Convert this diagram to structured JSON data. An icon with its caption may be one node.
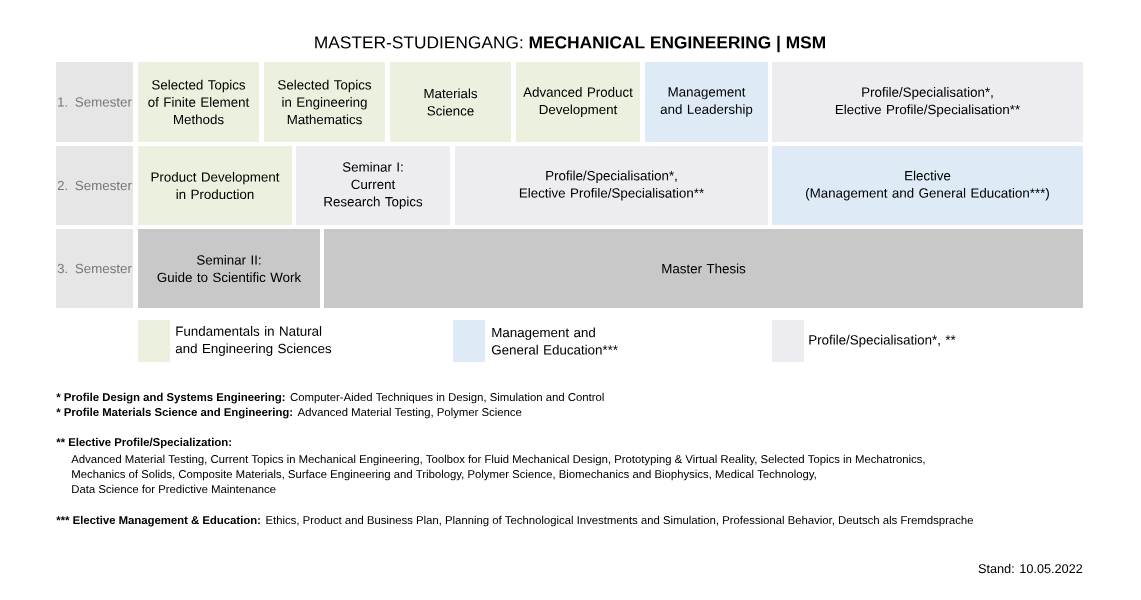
{
  "diagram": {
    "title": "MASTER-STUDIENGANG: **MECHANICAL ENGINEERING | MSM**",
    "nodes": [
      {
        "text": [
          "1. Semester"
        ]
      },
      {
        "text": [
          "Selected Topics of Finite Element Methods"
        ]
      },
      {
        "text": [
          "Selected Topics in Engineering Mathematics"
        ]
      },
      {
        "text": [
          "Materials Science"
        ]
      },
      {
        "text": [
          "Advanced Product Development"
        ]
      },
      {
        "text": [
          "Management and Leadership"
        ]
      },
      {
        "text": [
          "Profile/Specialisation*,",
          "Elective Profile/Specialisation**"
        ]
      },
      {
        "text": [
          "2. Semester"
        ]
      },
      {
        "text": [
          "Product Development in Production"
        ]
      },
      {
        "text": [
          "Seminar I:",
          "Current Research Topics"
        ]
      },
      {
        "text": [
          "Profile/Specialisation*,",
          "Elective Profile/Specialisation**"
        ]
      },
      {
        "text": [
          "Elective",
          "(Management and General Education***)"
        ]
      },
      {
        "text": [
          "3. Semester"
        ]
      },
      {
        "text": [
          "Seminar II:",
          "Guide to Scientific Work"
        ]
      },
      {
        "text": [
          "Master Thesis"
        ]
      }
    ],
    "labels": [
      "* Profile Design and Systems Engineering:",
      "Computer-Aided Techniques in Design, Simulation and Control",
      "* Profile Materials Science and Engineering:",
      "Advanced Material Testing, Polymer Science",
      "** Elective Profile/Specialization:",
      "Advanced Material Testing, Current Topics in Mechanical Engineering, Toolbox for Fluid Mechanical Design, Prototyping & Virtual Reality, Selected Topics in Mechatronics,",
      "Mechanics of Solids, Composite Materials, Surface Engineering and Tribology, Polymer Science, Biomechanics and Biophysics, Medical Technology,",
      "Data Science for Predictive Maintenance",
      "*** Elective Management & Education:",
      "Ethics, Product and Business Plan, Planning of Technological Investments and Simulation, Professional Behavior, Deutsch als Fremdsprache",
      "Stand: 10.05.2022"
    ],
    "legend": [
      {
        "text": "Fundamentals in Natural and Engineering Sciences",
        "color": "#ebf1de"
      },
      {
        "text": "Management and General Education***",
        "color": "#deebf7"
      },
      {
        "text": "Profile/Specialisation*, **",
        "color": "#edecf0"
      }
    ]
  }
}
